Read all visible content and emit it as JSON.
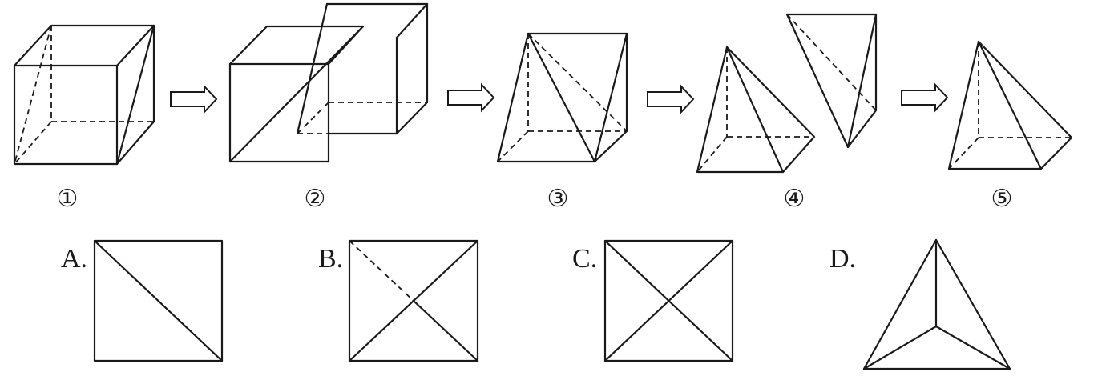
{
  "steps": [
    {
      "label": "①"
    },
    {
      "label": "②"
    },
    {
      "label": "③"
    },
    {
      "label": "④"
    },
    {
      "label": "⑤"
    }
  ],
  "options": [
    {
      "letter": "A."
    },
    {
      "letter": "B."
    },
    {
      "letter": "C."
    },
    {
      "letter": "D."
    }
  ],
  "arrow_icon": "right-arrow-icon",
  "colors": {
    "ink": "#1a1a1a",
    "background": "#ffffff"
  }
}
